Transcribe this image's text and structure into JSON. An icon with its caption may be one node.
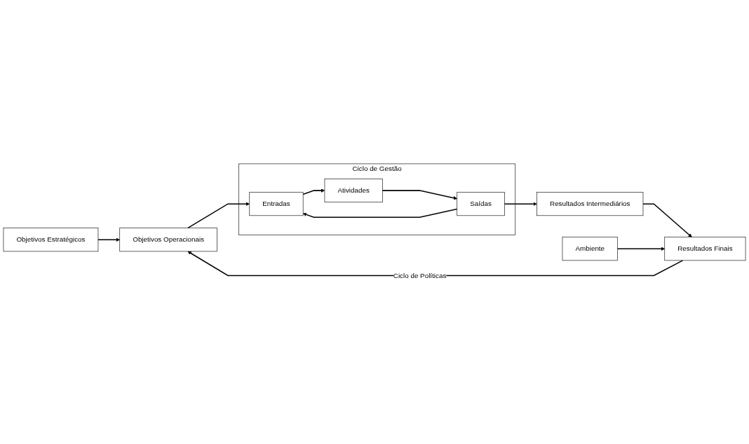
{
  "diagram": {
    "nodes": [
      {
        "text": [
          "Objetivos Estratégicos"
        ]
      },
      {
        "text": [
          "Objetivos Operacionais"
        ]
      },
      {
        "text": [
          "Ciclo de Gestão"
        ]
      },
      {
        "text": [
          "Entradas"
        ],
        "in": 2
      },
      {
        "text": [
          "Atividades"
        ],
        "in": 2
      },
      {
        "text": [
          "Saídas"
        ],
        "in": 2
      },
      {
        "text": [
          "Resultados Intermediários"
        ]
      },
      {
        "text": [
          "Resultados Finais"
        ]
      },
      {
        "text": [
          "Ambiente"
        ]
      }
    ],
    "edges": [
      {
        "from": 0,
        "to": 1,
        "arrow": "to"
      },
      {
        "from": 1,
        "to": 3,
        "arrow": "to"
      },
      {
        "from": 3,
        "to": 4,
        "arrow": "to"
      },
      {
        "from": 4,
        "to": 5,
        "arrow": "to"
      },
      {
        "from": 5,
        "to": 3,
        "arrow": "to"
      },
      {
        "from": 5,
        "to": 6,
        "arrow": "to"
      },
      {
        "from": 6,
        "to": 7,
        "arrow": "to"
      },
      {
        "from": 8,
        "to": 7,
        "arrow": "to"
      },
      {
        "from": 7,
        "to": 1,
        "arrow": "to",
        "label": "Ciclo de Políticas"
      }
    ]
  }
}
